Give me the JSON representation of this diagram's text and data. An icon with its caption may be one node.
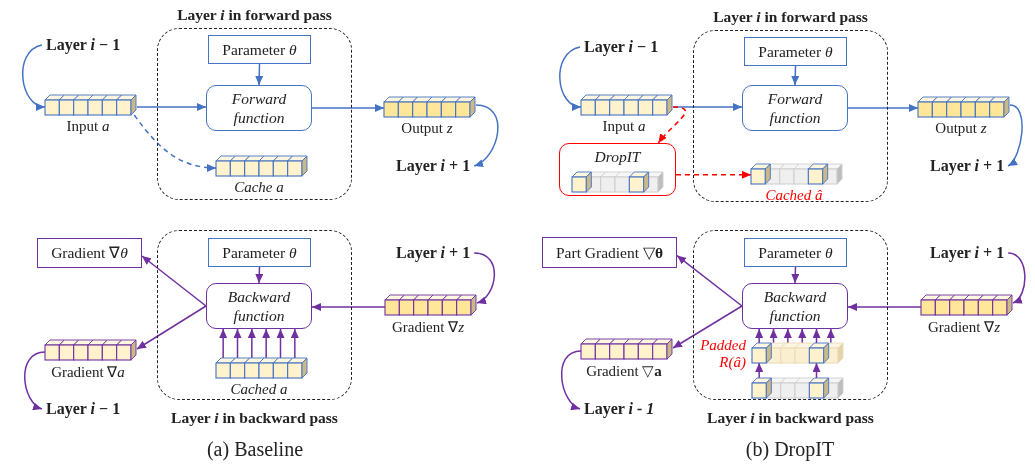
{
  "diagram": {
    "nodes": [
      {
        "text": [
          "Layer *i* in forward pass"
        ]
      },
      {
        "text": [
          "Layer *i* − 1"
        ]
      },
      {
        "text": [],
        "shape": "bar",
        "beside": [
          "Input *a*"
        ]
      },
      {
        "text": [
          "Parameter *θ*"
        ],
        "in": 0
      },
      {
        "text": [
          "Forward function"
        ],
        "in": 0
      },
      {
        "text": [],
        "shape": "bar",
        "in": 0,
        "beside": [
          "Cache a"
        ]
      },
      {
        "text": [],
        "shape": "bar",
        "beside": [
          "Output *z*"
        ]
      },
      {
        "text": [
          "Layer *i* + 1"
        ]
      },
      {
        "text": [
          "Layer *i* in backward pass"
        ]
      },
      {
        "text": [
          "Gradient ∇*θ*"
        ]
      },
      {
        "text": [
          "Parameter *θ*"
        ],
        "in": 8
      },
      {
        "text": [
          "Backward function"
        ],
        "in": 8
      },
      {
        "text": [],
        "shape": "bar",
        "in": 8,
        "beside": [
          "Cached a"
        ]
      },
      {
        "text": [
          "Layer *i* + 1"
        ]
      },
      {
        "text": [],
        "shape": "bar",
        "beside": [
          "Gradient ∇*z*"
        ]
      },
      {
        "text": [],
        "shape": "bar",
        "beside": [
          "Gradient ∇*a*"
        ]
      },
      {
        "text": [
          "Layer *i* − 1"
        ]
      },
      {
        "text": [
          "Layer *i* in forward pass"
        ]
      },
      {
        "text": [
          "Layer *i* − 1"
        ]
      },
      {
        "text": [],
        "shape": "bar",
        "beside": [
          "Input *a*"
        ]
      },
      {
        "text": [
          "Parameter *θ*"
        ],
        "in": 17
      },
      {
        "text": [
          "Forward function"
        ],
        "in": 17
      },
      {
        "text": [],
        "shape": "bar",
        "beside": [
          "Output *z*"
        ]
      },
      {
        "text": [
          "Layer *i* + 1"
        ]
      },
      {
        "text": [
          "DropIT"
        ]
      },
      {
        "text": [],
        "shape": "bar",
        "in": 17,
        "beside": [
          "Cached â"
        ]
      },
      {
        "text": [
          "Layer *i* in backward pass"
        ]
      },
      {
        "text": [
          "Part Gradient ▽**θ**"
        ]
      },
      {
        "text": [
          "Parameter *θ*"
        ],
        "in": 26
      },
      {
        "text": [
          "Backward function"
        ],
        "in": 26
      },
      {
        "text": [],
        "shape": "bar",
        "in": 26,
        "beside": [
          "Padded R(â)"
        ]
      },
      {
        "text": [],
        "shape": "bar",
        "in": 26
      },
      {
        "text": [
          "Layer *i* + 1"
        ]
      },
      {
        "text": [],
        "shape": "bar",
        "beside": [
          "Gradient ∇*z*"
        ]
      },
      {
        "text": [],
        "shape": "bar",
        "beside": [
          "Gradient ▽**a**"
        ]
      },
      {
        "text": [
          "Layer *i - 1*"
        ]
      }
    ],
    "edges": [
      {
        "from": 1,
        "to": 2,
        "arrow": "to",
        "color": "#4472c4"
      },
      {
        "from": 2,
        "to": 4,
        "arrow": "to",
        "color": "#4472c4"
      },
      {
        "from": 3,
        "to": 4,
        "arrow": "to",
        "color": "#4472c4"
      },
      {
        "from": 4,
        "to": 6,
        "arrow": "to",
        "color": "#4472c4"
      },
      {
        "from": 6,
        "to": 7,
        "arrow": "to",
        "color": "#4472c4"
      },
      {
        "from": 2,
        "to": 5,
        "arrow": "to",
        "style": "dashed",
        "color": "#4472c4"
      },
      {
        "from": 10,
        "to": 11,
        "arrow": "to"
      },
      {
        "from": 13,
        "to": 14,
        "arrow": "to"
      },
      {
        "from": 14,
        "to": 11,
        "arrow": "to"
      },
      {
        "from": 11,
        "to": 9,
        "arrow": "to"
      },
      {
        "from": 11,
        "to": 15,
        "arrow": "to"
      },
      {
        "from": 15,
        "to": 16,
        "arrow": "to"
      },
      {
        "from": 12,
        "to": 11,
        "arrow": "to"
      },
      {
        "from": 12,
        "to": 11,
        "arrow": "to"
      },
      {
        "from": 12,
        "to": 11,
        "arrow": "to"
      },
      {
        "from": 12,
        "to": 11,
        "arrow": "to"
      },
      {
        "from": 12,
        "to": 11,
        "arrow": "to"
      },
      {
        "from": 12,
        "to": 11,
        "arrow": "to"
      },
      {
        "from": 18,
        "to": 19,
        "arrow": "to",
        "color": "#4472c4"
      },
      {
        "from": 19,
        "to": 21,
        "arrow": "to",
        "color": "#4472c4"
      },
      {
        "from": 20,
        "to": 21,
        "arrow": "to",
        "color": "#4472c4"
      },
      {
        "from": 21,
        "to": 22,
        "arrow": "to",
        "color": "#4472c4"
      },
      {
        "from": 22,
        "to": 23,
        "arrow": "to",
        "color": "#4472c4"
      },
      {
        "from": 19,
        "to": 24,
        "arrow": "to",
        "style": "dashed",
        "color": "#ff0000"
      },
      {
        "from": 24,
        "to": 25,
        "arrow": "to",
        "style": "dashed",
        "color": "#ff0000"
      },
      {
        "from": 28,
        "to": 29,
        "arrow": "to"
      },
      {
        "from": 32,
        "to": 33,
        "arrow": "to"
      },
      {
        "from": 33,
        "to": 29,
        "arrow": "to"
      },
      {
        "from": 29,
        "to": 27,
        "arrow": "to"
      },
      {
        "from": 29,
        "to": 34,
        "arrow": "to"
      },
      {
        "from": 34,
        "to": 35,
        "arrow": "to"
      },
      {
        "from": 30,
        "to": 29,
        "arrow": "to"
      },
      {
        "from": 30,
        "to": 29,
        "arrow": "to"
      },
      {
        "from": 30,
        "to": 29,
        "arrow": "to"
      },
      {
        "from": 30,
        "to": 29,
        "arrow": "to"
      },
      {
        "from": 30,
        "to": 29,
        "arrow": "to"
      },
      {
        "from": 30,
        "to": 29,
        "arrow": "to"
      },
      {
        "from": 31,
        "to": 30,
        "arrow": "to"
      },
      {
        "from": 31,
        "to": 30,
        "arrow": "to"
      }
    ],
    "labels": [
      "(a) Baseline",
      "(b) DropIT"
    ]
  }
}
